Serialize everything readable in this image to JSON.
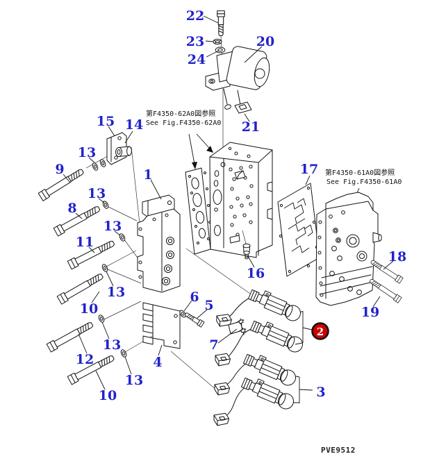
{
  "figure": {
    "plate_code": "PVE9512",
    "highlighted_part": "2",
    "reference_notes": [
      {
        "japanese": "第F4350-62A0図参照",
        "english": "See Fig.F4350-62A0"
      },
      {
        "japanese": "第F4350-61A0図参照",
        "english": "See Fig.F4350-61A0"
      }
    ],
    "callouts": [
      "22",
      "23",
      "24",
      "20",
      "21",
      "15",
      "14",
      "13",
      "9",
      "13",
      "8",
      "13",
      "11",
      "1",
      "13",
      "10",
      "13",
      "12",
      "13",
      "10",
      "4",
      "6",
      "5",
      "7",
      "16",
      "17",
      "18",
      "19",
      "3"
    ],
    "colors": {
      "callout": "#2222cc",
      "highlight_fill": "#cc0000",
      "highlight_ring": "#111111",
      "highlight_text": "#ffffff",
      "line": "#111111",
      "background": "#ffffff"
    }
  }
}
